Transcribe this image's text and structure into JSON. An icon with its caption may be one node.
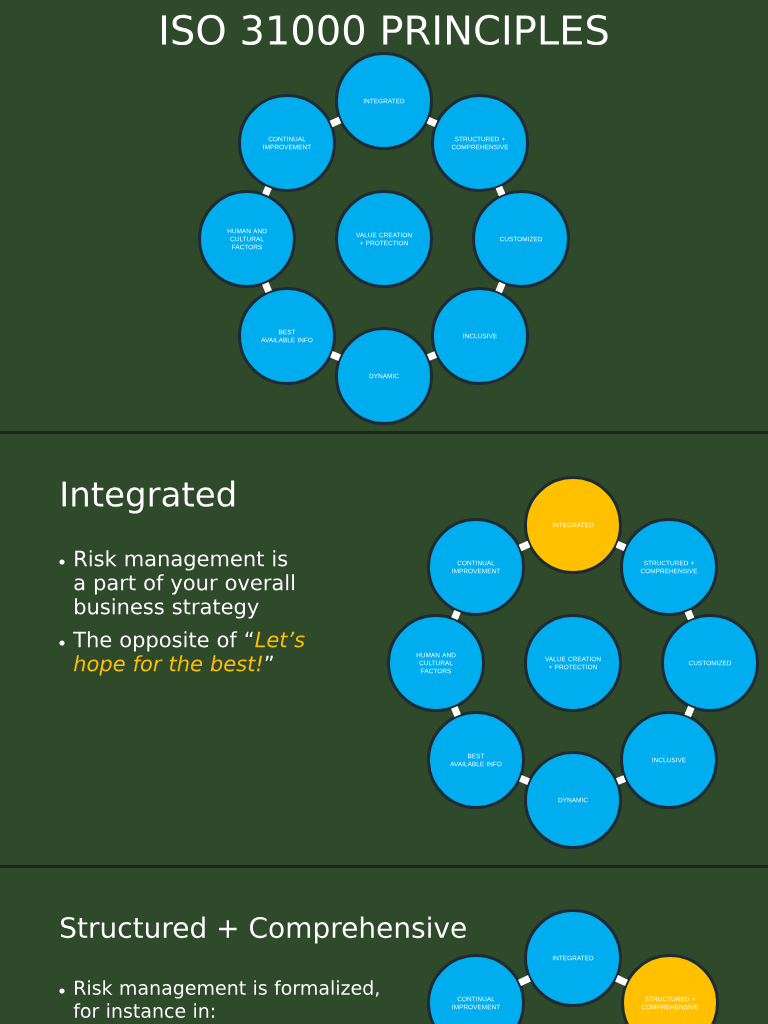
{
  "diagram": {
    "title": "ISO 31000 PRINCIPLES",
    "nodes": [
      {
        "text": [
          "INTEGRATED"
        ]
      },
      {
        "text": [
          "STRUCTURED + COMPREHENSIVE"
        ]
      },
      {
        "text": [
          "CUSTOMIZED"
        ]
      },
      {
        "text": [
          "INCLUSIVE"
        ]
      },
      {
        "text": [
          "DYNAMIC"
        ]
      },
      {
        "text": [
          "BEST AVAILABLE INFO"
        ]
      },
      {
        "text": [
          "HUMAN AND CULTURAL FACTORS"
        ]
      },
      {
        "text": [
          "CONTINUAL IMPROVEMENT"
        ]
      },
      {
        "text": [
          "VALUE CREATION + PROTECTION"
        ]
      },
      {
        "text": [
          "INTEGRATED"
        ]
      },
      {
        "text": [
          "STRUCTURED + COMPREHENSIVE"
        ]
      },
      {
        "text": [
          "CUSTOMIZED"
        ]
      },
      {
        "text": [
          "INCLUSIVE"
        ]
      },
      {
        "text": [
          "DYNAMIC"
        ]
      },
      {
        "text": [
          "BEST AVAILABLE INFO"
        ]
      },
      {
        "text": [
          "HUMAN AND CULTURAL FACTORS"
        ]
      },
      {
        "text": [
          "CONTINUAL IMPROVEMENT"
        ]
      },
      {
        "text": [
          "VALUE CREATION + PROTECTION"
        ]
      },
      {
        "text": [
          "INTEGRATED"
        ]
      },
      {
        "text": [
          "CONTINUAL IMPROVEMENT"
        ]
      },
      {
        "text": [
          "STRUCTURED + COMPREHENSIVE"
        ]
      }
    ],
    "edges": [
      {
        "from": 0,
        "to": 1,
        "arrow": "none"
      },
      {
        "from": 1,
        "to": 2,
        "arrow": "none"
      },
      {
        "from": 2,
        "to": 3,
        "arrow": "none"
      },
      {
        "from": 3,
        "to": 4,
        "arrow": "none"
      },
      {
        "from": 4,
        "to": 5,
        "arrow": "none"
      },
      {
        "from": 5,
        "to": 6,
        "arrow": "none"
      },
      {
        "from": 6,
        "to": 7,
        "arrow": "none"
      },
      {
        "from": 7,
        "to": 0,
        "arrow": "none"
      },
      {
        "from": 9,
        "to": 10,
        "arrow": "none"
      },
      {
        "from": 10,
        "to": 11,
        "arrow": "none"
      },
      {
        "from": 11,
        "to": 12,
        "arrow": "none"
      },
      {
        "from": 12,
        "to": 13,
        "arrow": "none"
      },
      {
        "from": 13,
        "to": 14,
        "arrow": "none"
      },
      {
        "from": 14,
        "to": 15,
        "arrow": "none"
      },
      {
        "from": 15,
        "to": 16,
        "arrow": "none"
      },
      {
        "from": 16,
        "to": 9,
        "arrow": "none"
      },
      {
        "from": 19,
        "to": 18,
        "arrow": "none"
      },
      {
        "from": 18,
        "to": 20,
        "arrow": "none"
      }
    ],
    "labels": [
      "Integrated",
      "Risk management is a part of your overall business strategy",
      "The opposite of “",
      "Let’s hope for the best!",
      "”",
      "Structured + Comprehensive",
      "Risk management is formalized, for instance in:"
    ]
  }
}
